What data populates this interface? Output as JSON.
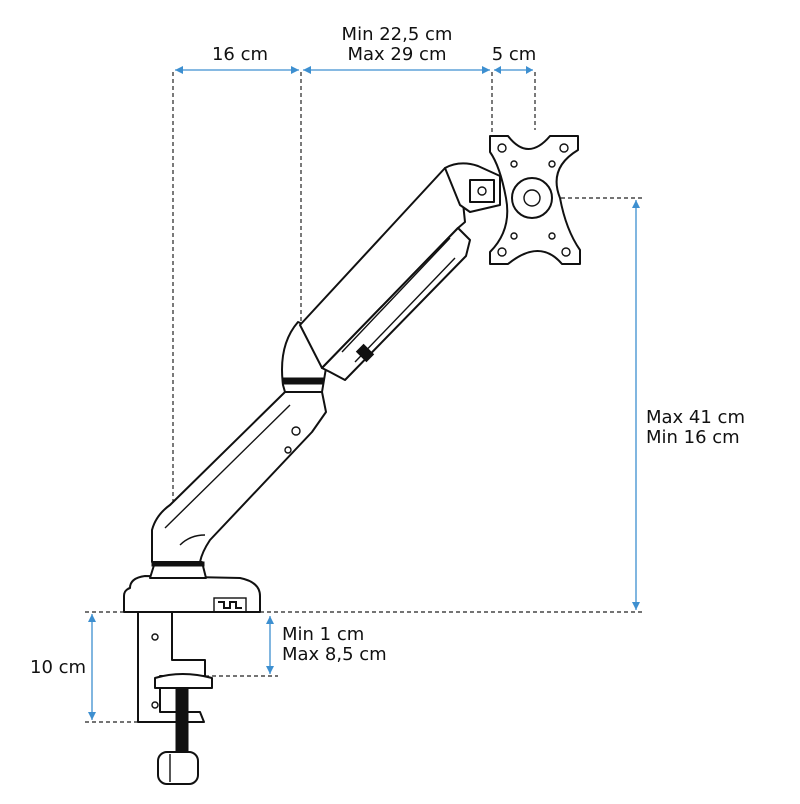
{
  "dimensions": {
    "base_offset": "16 cm",
    "arm_reach_min": "Min 22,5 cm",
    "arm_reach_max": "Max 29 cm",
    "vesa_offset": "5 cm",
    "height_max": "Max 41 cm",
    "height_min": "Min 16 cm",
    "clamp_height": "10 cm",
    "desk_thickness_min": "Min 1 cm",
    "desk_thickness_max": "Max 8,5 cm"
  },
  "colors": {
    "dimension_line": "#3d8fd0",
    "outline": "#111111"
  }
}
